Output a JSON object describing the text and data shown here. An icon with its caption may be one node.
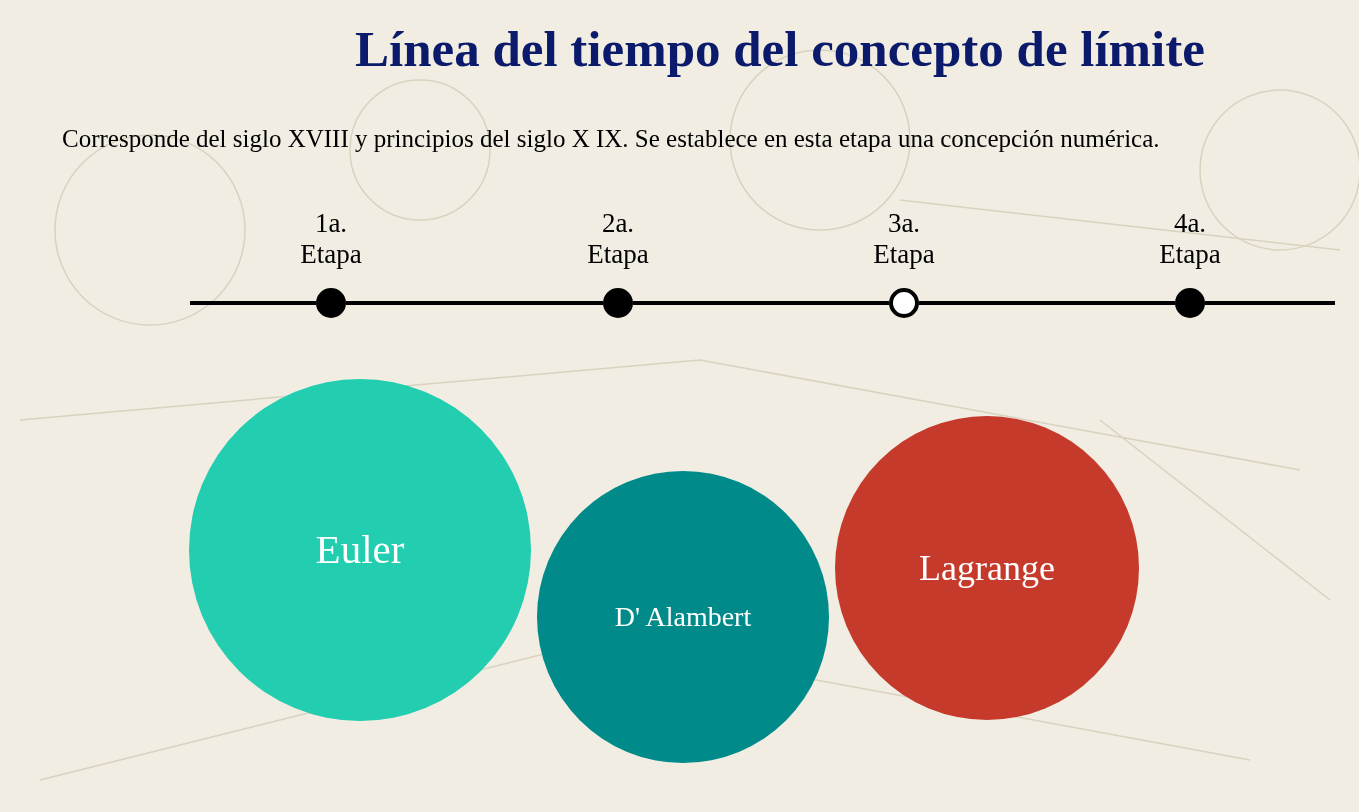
{
  "diagram": {
    "title": "Línea del tiempo del concepto de límite",
    "nodes": [
      {
        "text": [
          "1a. Etapa"
        ]
      },
      {
        "text": [
          "2a. Etapa"
        ]
      },
      {
        "text": [
          "3a. Etapa"
        ]
      },
      {
        "text": [
          "4a. Etapa"
        ]
      },
      {
        "text": [
          "Euler"
        ]
      },
      {
        "text": [
          "D' Alambert"
        ]
      },
      {
        "text": [
          "Lagrange"
        ]
      }
    ],
    "edges": [
      {
        "from": null,
        "to": 0,
        "arrow": "none"
      },
      {
        "from": 0,
        "to": 1,
        "arrow": "none"
      },
      {
        "from": 1,
        "to": 2,
        "arrow": "none"
      },
      {
        "from": 2,
        "to": 3,
        "arrow": "none"
      },
      {
        "from": 3,
        "to": null,
        "arrow": "none"
      }
    ],
    "labels": [
      "Corresponde del siglo XVIII y principios del siglo X IX. Se establece en esta etapa una concepción numérica."
    ]
  }
}
